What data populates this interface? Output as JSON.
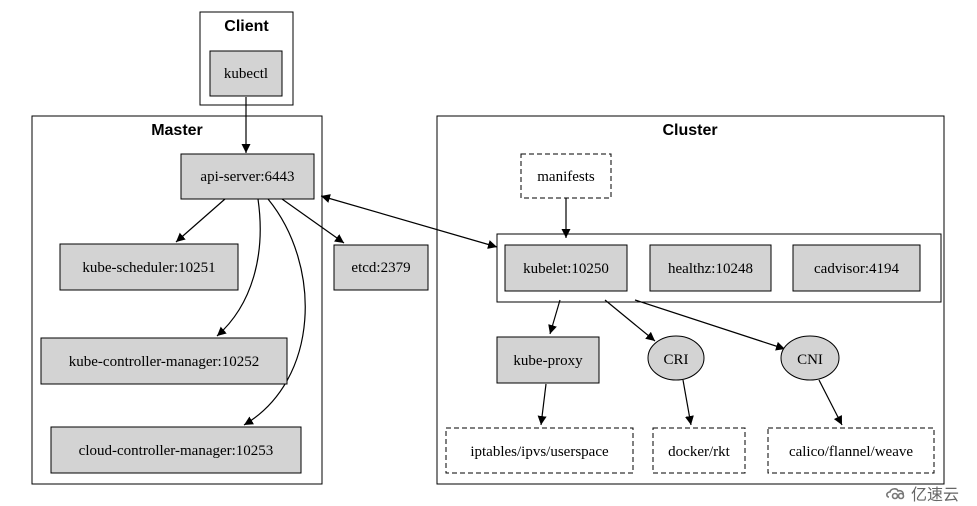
{
  "clusters": {
    "client": "Client",
    "master": "Master",
    "cluster": "Cluster"
  },
  "nodes": {
    "kubectl": "kubectl",
    "api_server": "api-server:6443",
    "kube_scheduler": "kube-scheduler:10251",
    "kube_controller_manager": "kube-controller-manager:10252",
    "cloud_controller_manager": "cloud-controller-manager:10253",
    "etcd": "etcd:2379",
    "manifests": "manifests",
    "kubelet": "kubelet:10250",
    "healthz": "healthz:10248",
    "cadvisor": "cadvisor:4194",
    "kube_proxy": "kube-proxy",
    "cri": "CRI",
    "cni": "CNI",
    "iptables": "iptables/ipvs/userspace",
    "docker": "docker/rkt",
    "calico": "calico/flannel/weave"
  },
  "watermark": "亿速云",
  "colors": {
    "node_fill": "#d3d3d3",
    "line": "#000000"
  }
}
